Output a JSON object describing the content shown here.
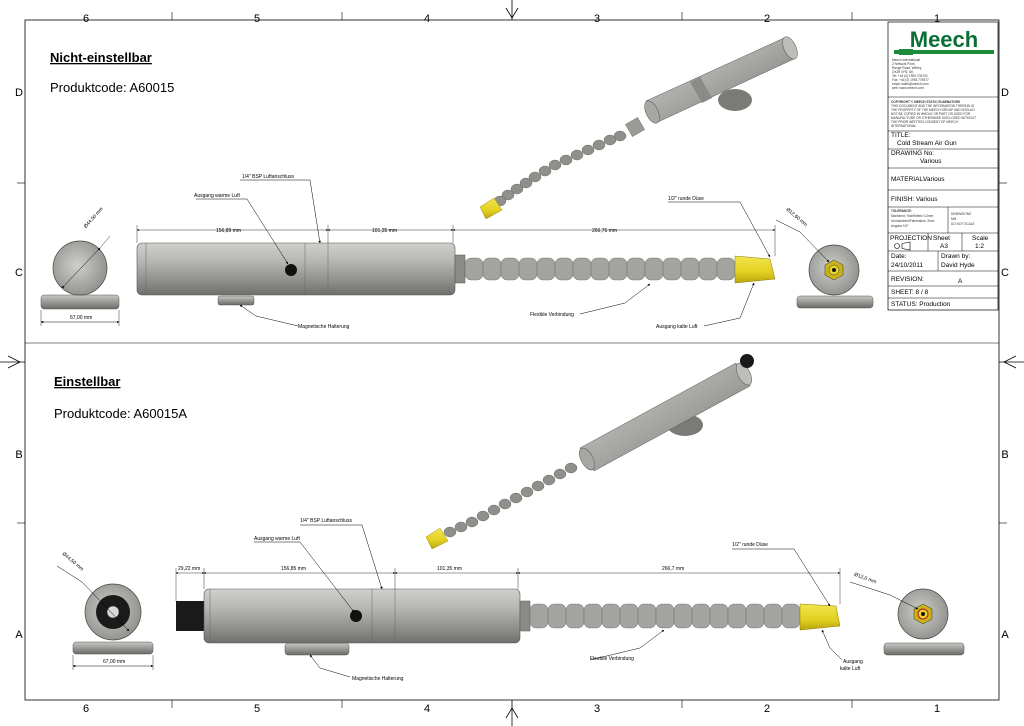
{
  "grid": {
    "columns": [
      "6",
      "5",
      "4",
      "3",
      "2",
      "1"
    ],
    "rows": [
      "D",
      "C",
      "B",
      "A"
    ]
  },
  "title_block": {
    "logo": "Meech",
    "company_lines": [
      "Meech International",
      "2 Network Point",
      "Range Road, Witney",
      "OX29 0YN, UK",
      "Tel: +44 (0) 1993 706700",
      "Fax: +44 (0) 1993 776977",
      "email: sales@meech.com",
      "web: www.meech.com"
    ],
    "copyright_lines": [
      "COPYRIGHT © MEECH STATIC ELIMINATORS",
      "THIS DOCUMENT AND THE INFORMATION THEREIN IS",
      "THE PROPERTY OF THE MEECH GROUP AND SHOULD",
      "NOT BE COPIED IN WHOLE OR PART OR USED FOR",
      "MANUFACTURE OR OTHERWISE DISCLOSED WITHOUT",
      "THE PRIOR WRITTEN CONSENT OF MEECH",
      "INTERNATIONAL"
    ],
    "title_label": "TITLE:",
    "title_value": "Cold Stream Air Gun",
    "drawing_no_label": "DRAWING No:",
    "drawing_no_value": "Various",
    "material_label": "MATERIAL:",
    "material_value": "Various",
    "finish": "FINISH: Various",
    "tolerance_lines": [
      "TOLERANCE:",
      "Machined: Hole/Metric 0.2mm",
      "Unmachined/Fabrication: 2mm",
      "Angular 0.5°"
    ],
    "dimensions_lines": [
      "DIMENSIONS",
      "MM",
      "DO NOT SCALE"
    ],
    "projection_label": "PROJECTION",
    "sheet_label": "Sheet",
    "sheet_value": "A3",
    "scale_label": "Scale",
    "scale_value": "1:2",
    "date_label": "Date:",
    "date_value": "24/10/2011",
    "drawn_label": "Drawn by:",
    "drawn_value": "David Hyde",
    "revision_label": "REVISION:",
    "revision_value": "A",
    "sheet_count": "SHEET: 8 / 8",
    "status": "STATUS: Production"
  },
  "top": {
    "heading": "Nicht-einstellbar",
    "code": "Produktcode: A60015",
    "dims": {
      "body": "156,89 mm",
      "mid": "101,35 mm",
      "hose": "266,76 mm",
      "base": "67,00 mm",
      "dia": "Ø44,50 mm",
      "nozzle": "Ø12,60 mm"
    },
    "callouts": {
      "port": "1/4\" BSP Luftanschluss",
      "warm": "Ausgang warme Luft",
      "mount": "Magnetische Halterung",
      "flex": "Flexible Verbindung",
      "noz": "1/2\" runde Düse",
      "cold": "Ausgang kalte Luft"
    }
  },
  "bottom": {
    "heading": "Einstellbar",
    "code": "Produktcode: A60015A",
    "dims": {
      "knob": "29,22 mm",
      "body": "156,85 mm",
      "mid": "101,35 mm",
      "hose": "266,7 mm",
      "base": "67,00 mm",
      "dia": "Ø44,50 mm",
      "nozzle": "Ø12,0 mm"
    },
    "callouts": {
      "port": "1/4\" BSP Luftanschluss",
      "warm": "Ausgang warme Luft",
      "mount": "Magnetische Halterung",
      "flex": "Flexible Verbindung",
      "noz": "1/2\" runde Düse",
      "cold1": "Ausgang",
      "cold2": "kalte Luft"
    }
  },
  "colors": {
    "body": "#9a9a96",
    "nozzle": "#e8d62a",
    "logo": "#0a6f35",
    "logo_bar": "#1e8a3b"
  }
}
